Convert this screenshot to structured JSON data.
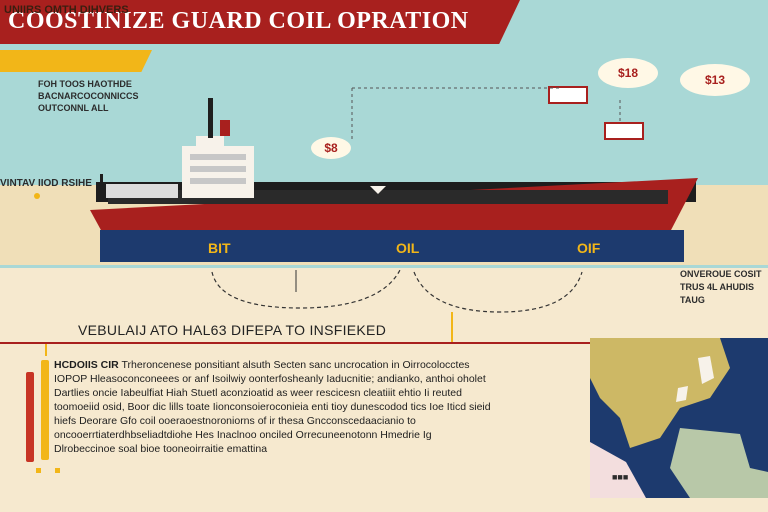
{
  "header": {
    "title": "COOSTINIZE GUARD COIL OPRATION",
    "subtitle": "UNIIRS OMTH DIHVERS"
  },
  "intro": {
    "text": "FOH TOOS HAOTHDE BACNARCOCONNICCS OUTCONNL ALL"
  },
  "side_label": "VINTAV IIOD RSIHE",
  "callouts": [
    "$18",
    "$13",
    "$8"
  ],
  "hull_labels": [
    "BIT",
    "OIL",
    "OIF"
  ],
  "right_note": "ONVEROUE COSIT TRUS 4L AHUDIS TAUG",
  "section": {
    "title": "VEBULAIJ ATO HAL63 DIFEPA TO INSFIEKED"
  },
  "body": {
    "lead": "HCDOIIS CIR",
    "text": "Trheroncenese ponsitiant alsuth Secten sanc uncrocation in Oirrocolocctes IOPOP Hleasoconconeees or anf Isoilwiy oonterfosheanly Iaducnitie; andianko, anthoi oholet Dartlies oncie Iabeulfiat Hiah Stuetl aconzioatid as weer rescicesn cleatiiit ehtio Ii reuted toomoeiid osid, Boor dic lills toate Iionconsoieroconieia enti tioy dunescodod tics Ioe Iticd sieid hiefs Deorare Gfo coil ooeraoestnoroniorns of ir thesa Gncconscedaacianio to oncooerrtiaterdhbseliadtdiohe Hes Inaclnoo onciled Orrecuneenotonn Hmedrie Ig Dlrobeccinoe soal bioe tooneoirraitie emattina"
  },
  "colors": {
    "brand_red": "#a8201e",
    "accent_yellow": "#f2b618",
    "hull_navy": "#1d3a6e",
    "sea_teal": "#a9d8d6",
    "sand": "#f0dfb8"
  }
}
